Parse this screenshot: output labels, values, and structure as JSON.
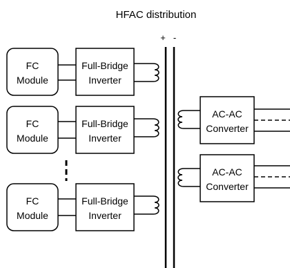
{
  "title": "HFAC distribution",
  "bus": {
    "plus_label": "+",
    "minus_label": "-"
  },
  "fc_modules": [
    {
      "line1": "FC",
      "line2": "Module"
    },
    {
      "line1": "FC",
      "line2": "Module"
    },
    {
      "line1": "FC",
      "line2": "Module"
    }
  ],
  "inverters": [
    {
      "line1": "Full-Bridge",
      "line2": "Inverter"
    },
    {
      "line1": "Full-Bridge",
      "line2": "Inverter"
    },
    {
      "line1": "Full-Bridge",
      "line2": "Inverter"
    }
  ],
  "converters": [
    {
      "line1": "AC-AC",
      "line2": "Converter"
    },
    {
      "line1": "AC-AC",
      "line2": "Converter"
    }
  ]
}
